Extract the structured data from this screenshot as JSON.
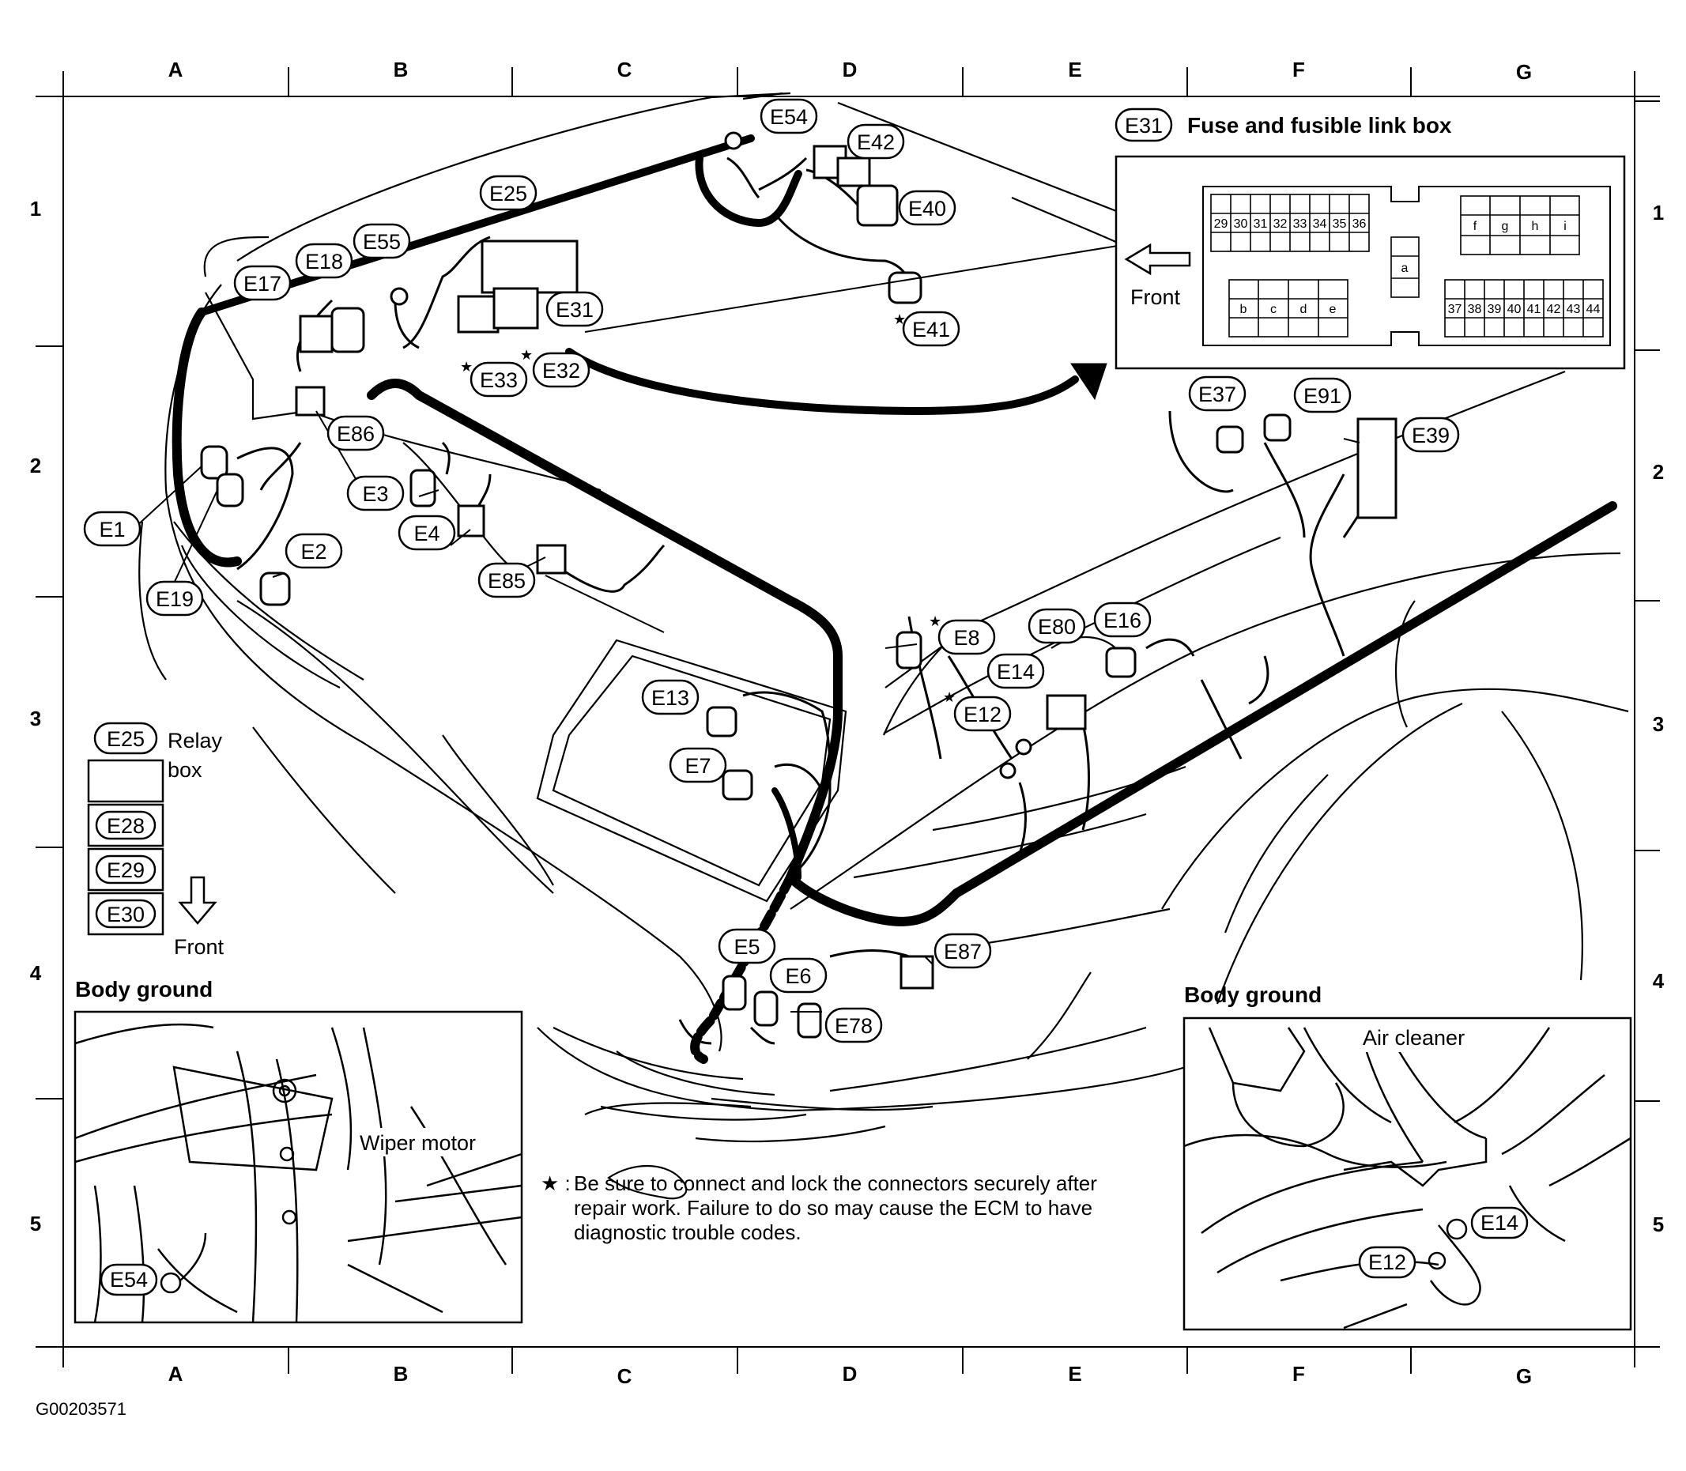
{
  "grid": {
    "columns": [
      "A",
      "B",
      "C",
      "D",
      "E",
      "F",
      "G"
    ],
    "rows": [
      "1",
      "2",
      "3",
      "4",
      "5"
    ]
  },
  "fuse_box": {
    "callout": "E31",
    "title": "Fuse and fusible link box",
    "front_label": "Front",
    "top_left_fuses": [
      "29",
      "30",
      "31",
      "32",
      "33",
      "34",
      "35",
      "36"
    ],
    "top_right_fuses": [
      "f",
      "g",
      "h",
      "i"
    ],
    "center_fuse": "a",
    "bottom_left_fuses": [
      "b",
      "c",
      "d",
      "e"
    ],
    "bottom_right_fuses": [
      "37",
      "38",
      "39",
      "40",
      "41",
      "42",
      "43",
      "44"
    ]
  },
  "relay_box": {
    "callout": "E25",
    "title_line1": "Relay",
    "title_line2": "box",
    "relays": [
      "E28",
      "E29",
      "E30"
    ],
    "front_label": "Front"
  },
  "connectors": [
    {
      "id": "E54"
    },
    {
      "id": "E42"
    },
    {
      "id": "E40"
    },
    {
      "id": "E41",
      "star": true
    },
    {
      "id": "E25"
    },
    {
      "id": "E55"
    },
    {
      "id": "E18"
    },
    {
      "id": "E17"
    },
    {
      "id": "E31"
    },
    {
      "id": "E33",
      "star": true
    },
    {
      "id": "E32",
      "star": true
    },
    {
      "id": "E86"
    },
    {
      "id": "E3"
    },
    {
      "id": "E4"
    },
    {
      "id": "E1"
    },
    {
      "id": "E2"
    },
    {
      "id": "E19"
    },
    {
      "id": "E85"
    },
    {
      "id": "E37"
    },
    {
      "id": "E91"
    },
    {
      "id": "E39"
    },
    {
      "id": "E8",
      "star": true
    },
    {
      "id": "E80"
    },
    {
      "id": "E16"
    },
    {
      "id": "E14"
    },
    {
      "id": "E12",
      "star": true
    },
    {
      "id": "E13"
    },
    {
      "id": "E7"
    },
    {
      "id": "E5"
    },
    {
      "id": "E6"
    },
    {
      "id": "E78"
    },
    {
      "id": "E87"
    }
  ],
  "ground_left": {
    "title": "Body ground",
    "component": "Wiper motor",
    "callout": "E54"
  },
  "ground_right": {
    "title": "Body ground",
    "component": "Air cleaner",
    "callout_1": "E14",
    "callout_2": "E12"
  },
  "note": {
    "marker": "★ :",
    "line1": "Be sure to connect and lock the connectors securely after",
    "line2": "repair work. Failure to do so may cause the ECM to have",
    "line3": "diagnostic trouble codes."
  },
  "figure_code": "G00203571"
}
